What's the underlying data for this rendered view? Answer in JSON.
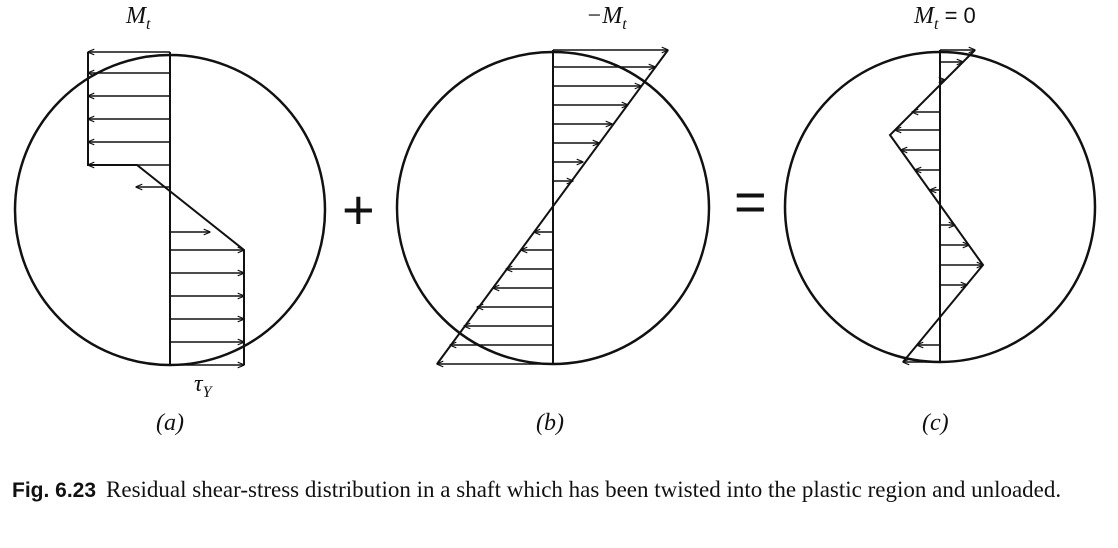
{
  "panels": [
    {
      "id": "a",
      "moment_label": "M",
      "moment_sub": "t",
      "moment_suffix": "",
      "caption": "(a)",
      "stress_label": "τ",
      "stress_sub": "Y"
    },
    {
      "id": "b",
      "moment_label": "−M",
      "moment_sub": "t",
      "moment_suffix": "",
      "caption": "(b)"
    },
    {
      "id": "c",
      "moment_label": "M",
      "moment_sub": "t",
      "moment_suffix": " = 0",
      "caption": "(c)"
    }
  ],
  "operators": {
    "plus": "+",
    "equals": "="
  },
  "caption": {
    "number": "Fig. 6.23",
    "text": "Residual shear-stress distribution in a shaft which has been twisted into the plastic region and unloaded."
  }
}
